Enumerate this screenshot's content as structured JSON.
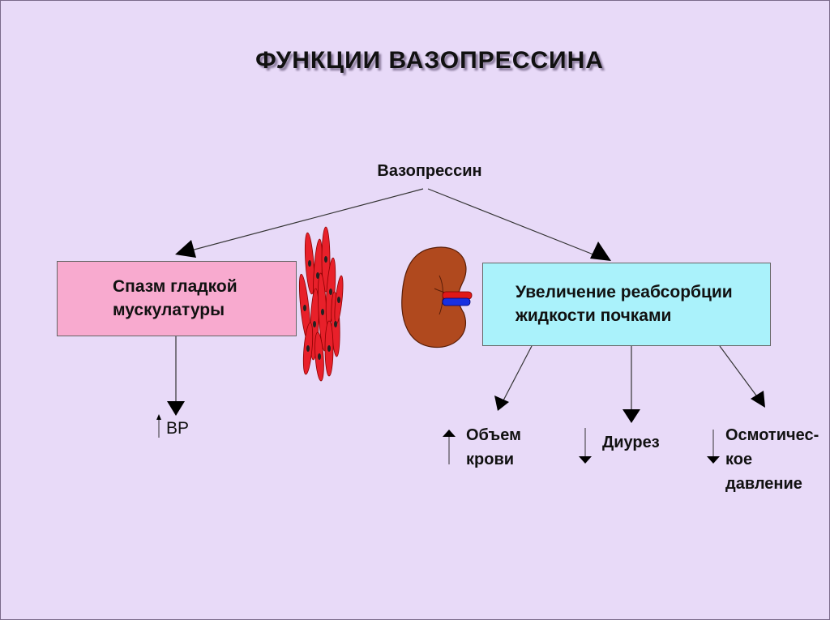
{
  "title": "ФУНКЦИИ ВАЗОПРЕССИНА",
  "center": "Вазопрессин",
  "left_box": "Спазм гладкой\nмускулатуры",
  "right_box": "Увеличение реабсорбции\nжидкости почками",
  "effects": {
    "bp": "BP",
    "blood_volume": "Объем\nкрови",
    "diuresis": "Диурез",
    "osmotic": "Осмотичес-\nкое\nдавление"
  },
  "colors": {
    "background": "#e8daf8",
    "left_box": "#f8aacf",
    "right_box": "#aaf2fb",
    "muscle_cells": "#e8202a",
    "kidney": "#b0491e"
  },
  "icons": [
    "muscle-cells-icon",
    "kidney-icon",
    "up-arrow-icon",
    "down-arrow-icon"
  ]
}
